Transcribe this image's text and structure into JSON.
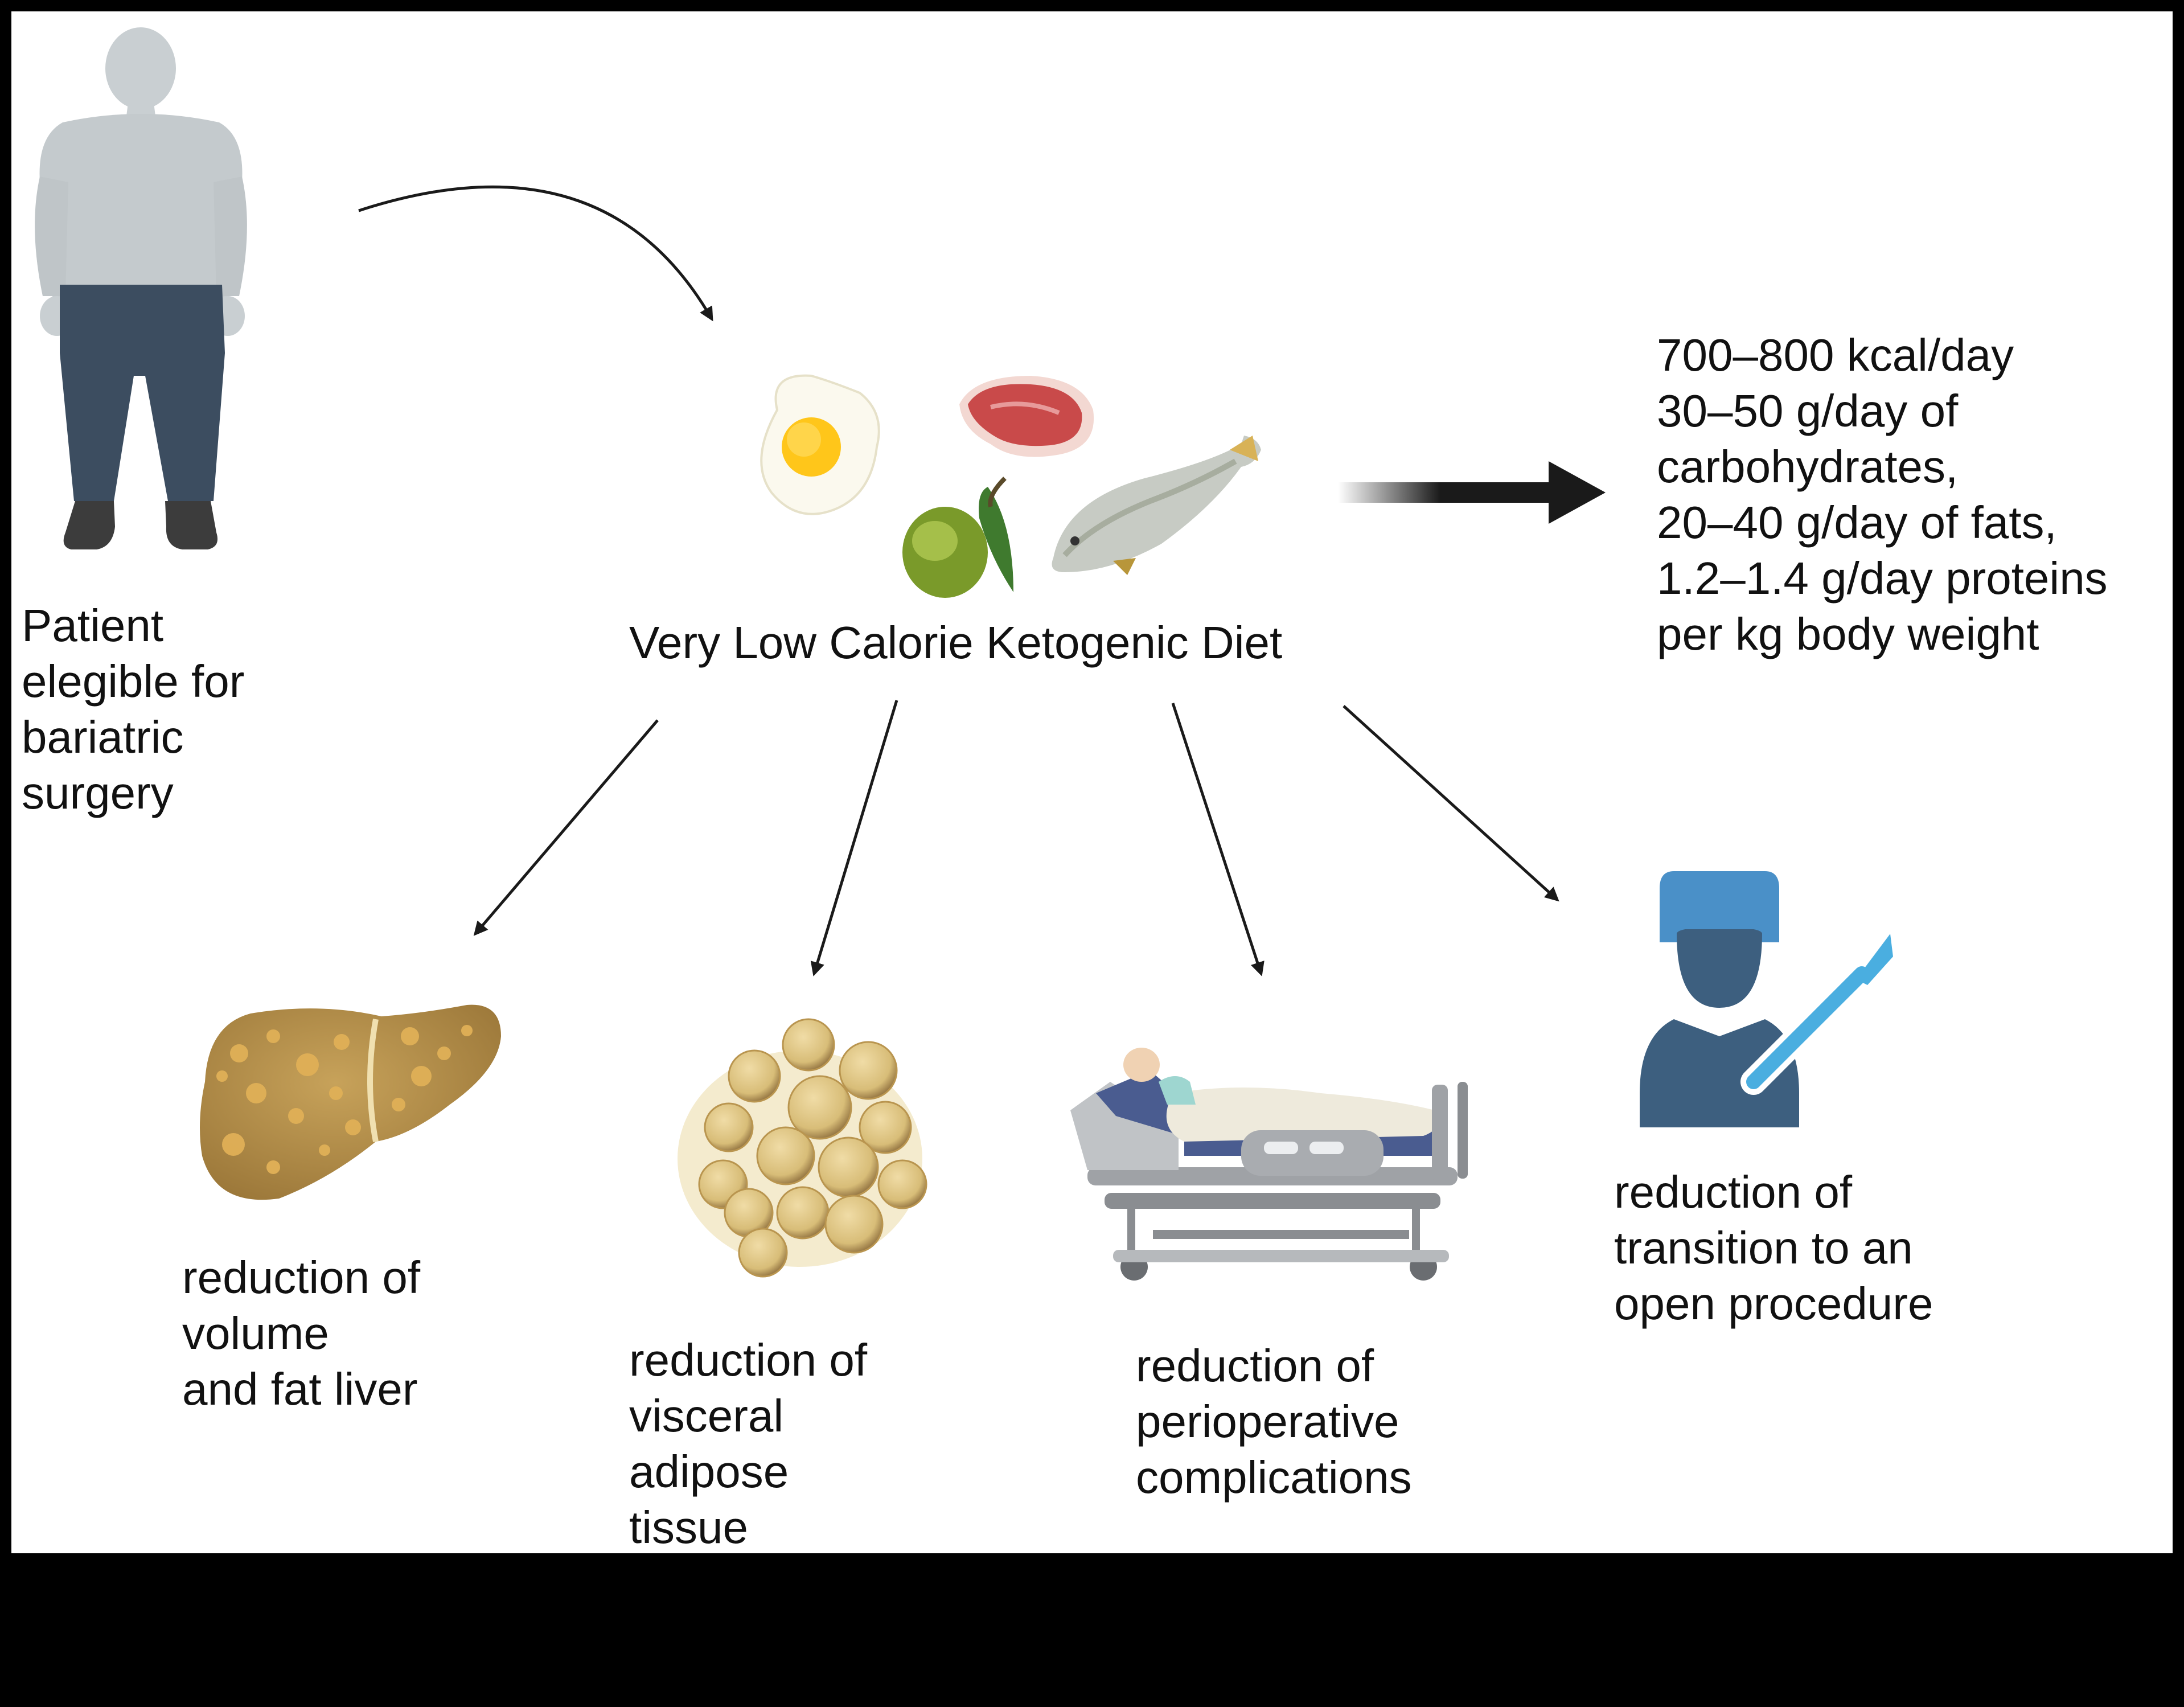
{
  "patient": {
    "lines": [
      "Patient",
      "elegible for",
      "bariatric",
      "surgery"
    ]
  },
  "diet": {
    "title": "Very Low Calorie Ketogenic Diet"
  },
  "diet_details": {
    "lines": [
      "700–800 kcal/day",
      "30–50 g/day of",
      "carbohydrates,",
      "20–40 g/day of fats,",
      "1.2–1.4 g/day proteins",
      "per kg body weight"
    ]
  },
  "outcomes": [
    {
      "lines": [
        "reduction of",
        "volume",
        "and fat liver"
      ],
      "icon": "liver-icon"
    },
    {
      "lines": [
        "reduction of",
        "visceral",
        "adipose",
        "tissue"
      ],
      "icon": "adipose-tissue-icon"
    },
    {
      "lines": [
        "reduction  of",
        "perioperative",
        "complications"
      ],
      "icon": "hospital-bed-icon"
    },
    {
      "lines": [
        "reduction of",
        "transition to an",
        "open procedure"
      ],
      "icon": "surgeon-icon"
    }
  ],
  "colors": {
    "background": "#000000",
    "panel": "#ffffff",
    "text": "#111111",
    "arrow": "#1a1a1a",
    "surgeon": "#3d5f7f",
    "surgeon_cap": "#4a90c8",
    "scalpel": "#4aaee0",
    "liver": "#b8914a",
    "fat_cell": "#e0c585",
    "shirt": "#c4cacd",
    "trousers": "#3c4d60"
  }
}
